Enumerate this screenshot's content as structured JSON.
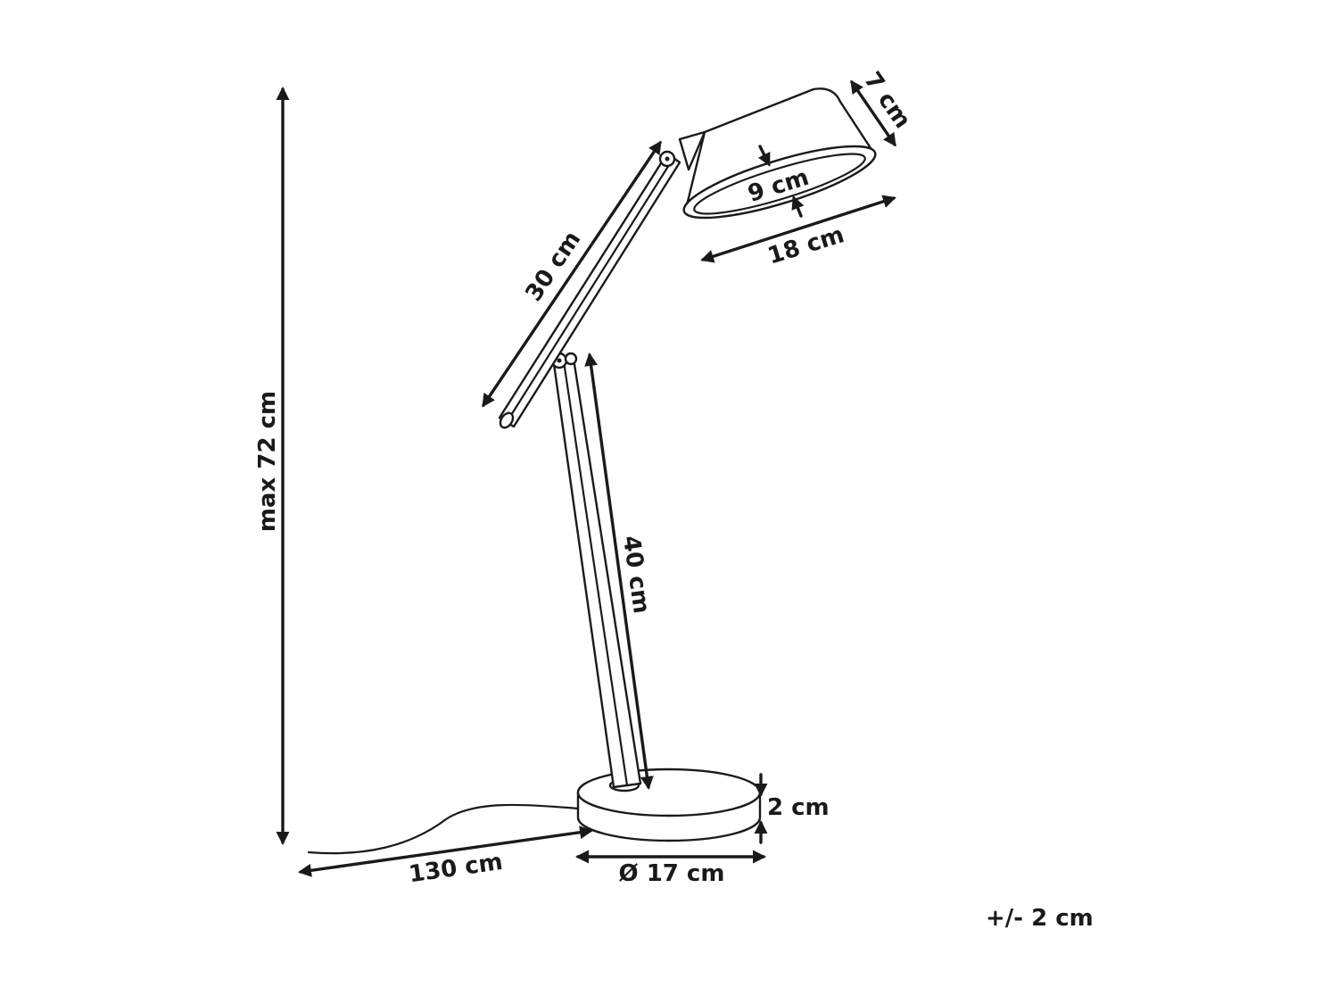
{
  "diagram": {
    "labels": {
      "max_height": "max 72 cm",
      "upper_arm": "30 cm",
      "lower_arm": "40 cm",
      "shade_height": "7 cm",
      "shade_inner": "9 cm",
      "shade_length": "18 cm",
      "base_height": "2 cm",
      "base_diameter": "Ø 17 cm",
      "cable_length": "130 cm",
      "tolerance": "+/- 2 cm"
    },
    "line_color": "#1a1a1a"
  }
}
